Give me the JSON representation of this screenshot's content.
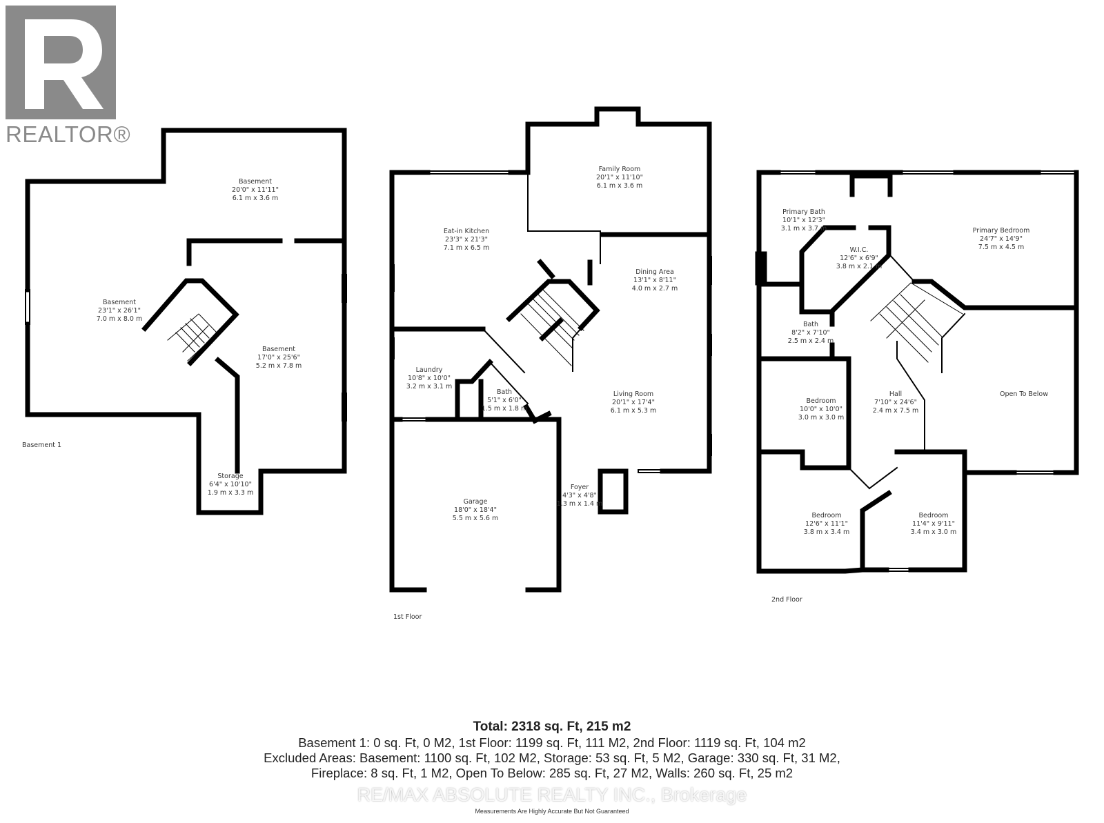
{
  "logo": {
    "text": "REALTOR®"
  },
  "floors": [
    {
      "label": "Basement 1",
      "rooms": [
        {
          "name": "Basement",
          "imperial": "20'0\" x 11'11\"",
          "metric": "6.1 m x 3.6 m"
        },
        {
          "name": "Basement",
          "imperial": "23'1\" x 26'1\"",
          "metric": "7.0 m x 8.0 m"
        },
        {
          "name": "Basement",
          "imperial": "17'0\" x 25'6\"",
          "metric": "5.2 m x 7.8 m"
        },
        {
          "name": "Storage",
          "imperial": "6'4\" x 10'10\"",
          "metric": "1.9 m x 3.3 m"
        }
      ]
    },
    {
      "label": "1st Floor",
      "rooms": [
        {
          "name": "Family Room",
          "imperial": "20'1\" x 11'10\"",
          "metric": "6.1 m x 3.6 m"
        },
        {
          "name": "Eat-in Kitchen",
          "imperial": "23'3\" x 21'3\"",
          "metric": "7.1 m x 6.5 m"
        },
        {
          "name": "Dining Area",
          "imperial": "13'1\" x 8'11\"",
          "metric": "4.0 m x 2.7 m"
        },
        {
          "name": "Laundry",
          "imperial": "10'8\" x 10'0\"",
          "metric": "3.2 m x 3.1 m"
        },
        {
          "name": "Bath",
          "imperial": "5'1\" x 6'0\"",
          "metric": "1.5 m x 1.8 m"
        },
        {
          "name": "Living Room",
          "imperial": "20'1\" x 17'4\"",
          "metric": "6.1 m x 5.3 m"
        },
        {
          "name": "Foyer",
          "imperial": "4'3\" x 4'8\"",
          "metric": "1.3 m x 1.4 m"
        },
        {
          "name": "Garage",
          "imperial": "18'0\" x 18'4\"",
          "metric": "5.5 m x 5.6 m"
        }
      ]
    },
    {
      "label": "2nd Floor",
      "rooms": [
        {
          "name": "Primary Bath",
          "imperial": "10'1\" x 12'3\"",
          "metric": "3.1 m x 3.7 m"
        },
        {
          "name": "Primary Bedroom",
          "imperial": "24'7\" x 14'9\"",
          "metric": "7.5 m x 4.5 m"
        },
        {
          "name": "W.I.C.",
          "imperial": "12'6\" x 6'9\"",
          "metric": "3.8 m x 2.1 m"
        },
        {
          "name": "Bath",
          "imperial": "8'2\" x 7'10\"",
          "metric": "2.5 m x 2.4 m"
        },
        {
          "name": "Hall",
          "imperial": "7'10\" x 24'6\"",
          "metric": "2.4 m x 7.5 m"
        },
        {
          "name": "Open To Below",
          "imperial": "",
          "metric": ""
        },
        {
          "name": "Bedroom",
          "imperial": "10'0\" x 10'0\"",
          "metric": "3.0 m x 3.0 m"
        },
        {
          "name": "Bedroom",
          "imperial": "12'6\" x 11'1\"",
          "metric": "3.8 m x 3.4 m"
        },
        {
          "name": "Bedroom",
          "imperial": "11'4\" x 9'11\"",
          "metric": "3.4 m x 3.0 m"
        }
      ]
    }
  ],
  "summary": {
    "total": "Total: 2318 sq. Ft, 215 m2",
    "line1": "Basement 1: 0 sq. Ft, 0 M2, 1st Floor: 1199 sq. Ft, 111 M2, 2nd Floor: 1119 sq. Ft, 104 m2",
    "line2": "Excluded Areas: Basement: 1100 sq. Ft, 102 M2, Storage: 53 sq. Ft, 5 M2, Garage: 330 sq. Ft, 31 M2,",
    "line3": "Fireplace: 8 sq. Ft, 1 M2, Open To Below: 285 sq. Ft, 27 M2, Walls: 260 sq. Ft, 25 m2"
  },
  "watermark": "RE/MAX ABSOLUTE REALTY INC., Brokerage",
  "disclaimer": "Measurements Are Highly Accurate But Not Guaranteed",
  "colors": {
    "wall": "#000000",
    "logo": "#8a8a8a"
  }
}
